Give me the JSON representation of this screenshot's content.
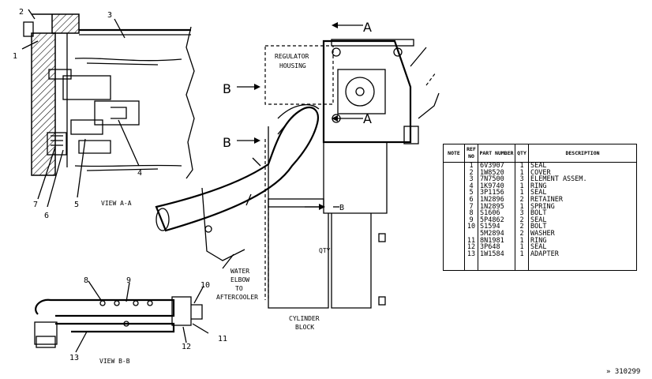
{
  "callouts": [
    "1",
    "2",
    "3",
    "4",
    "5",
    "6",
    "7",
    "8",
    "9",
    "10",
    "11",
    "12",
    "13"
  ],
  "section_letters": {
    "a_top": "A",
    "a_bottom": "A",
    "b_top": "B",
    "b_bottom": "B",
    "arrow_letter": "B"
  },
  "labels": {
    "view_aa": "VIEW A-A",
    "view_bb": "VIEW B-B",
    "regulator_line1": "REGULATOR",
    "regulator_line2": "HOUSING",
    "water_line1": "WATER",
    "water_line2": "ELBOW",
    "water_line3": "TO",
    "water_line4": "AFTERCOOLER",
    "cylinder_line1": "CYLINDER",
    "cylinder_line2": "BLOCK",
    "block_mark": "QTY"
  },
  "table": {
    "headers": [
      "NOTE",
      "REF NO",
      "PART NUMBER",
      "QTY",
      "DESCRIPTION"
    ],
    "rows": [
      {
        "ref": "1",
        "part": "6V3907",
        "qty": "1",
        "desc": "SEAL"
      },
      {
        "ref": "2",
        "part": "1W8520",
        "qty": "1",
        "desc": "COVER"
      },
      {
        "ref": "3",
        "part": "7N7500",
        "qty": "3",
        "desc": "ELEMENT   ASSEM."
      },
      {
        "ref": "4",
        "part": "1K9740",
        "qty": "1",
        "desc": "RING"
      },
      {
        "ref": "5",
        "part": "3P1156",
        "qty": "1",
        "desc": "SEAL"
      },
      {
        "ref": "6",
        "part": "1N2896",
        "qty": "2",
        "desc": "RETAINER"
      },
      {
        "ref": "7",
        "part": "1N2895",
        "qty": "1",
        "desc": "SPRING"
      },
      {
        "ref": "8",
        "part": "S1606",
        "qty": "3",
        "desc": "BOLT"
      },
      {
        "ref": "9",
        "part": "5P4862",
        "qty": "2",
        "desc": "SEAL"
      },
      {
        "ref": "10",
        "part": "S1594",
        "qty": "2",
        "desc": "BOLT"
      },
      {
        "ref": "",
        "part": "5M2894",
        "qty": "2",
        "desc": "WASHER"
      },
      {
        "ref": "11",
        "part": "8N1981",
        "qty": "1",
        "desc": "RING"
      },
      {
        "ref": "12",
        "part": "3P648",
        "qty": "1",
        "desc": "SEAL"
      },
      {
        "ref": "13",
        "part": "1W1584",
        "qty": "1",
        "desc": "ADAPTER"
      }
    ]
  },
  "figure_number": "» 310299"
}
